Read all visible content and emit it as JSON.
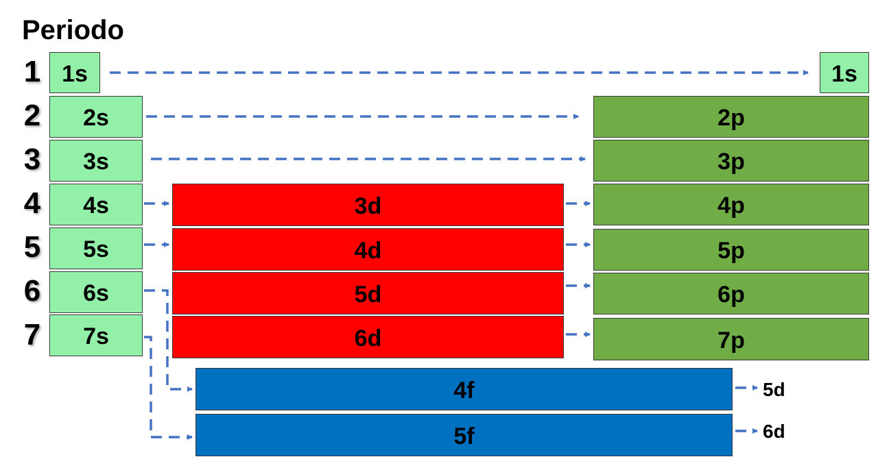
{
  "title": "Periodo",
  "periods": [
    "1",
    "2",
    "3",
    "4",
    "5",
    "6",
    "7"
  ],
  "s_blocks": [
    "1s",
    "2s",
    "3s",
    "4s",
    "5s",
    "6s",
    "7s"
  ],
  "p_blocks": [
    "1s",
    "2p",
    "3p",
    "4p",
    "5p",
    "6p",
    "7p"
  ],
  "d_blocks": [
    "3d",
    "4d",
    "5d",
    "6d"
  ],
  "f_blocks": [
    "4f",
    "5f"
  ],
  "f_next": [
    "5d",
    "6d"
  ],
  "colors": {
    "s_block": "#93f0a8",
    "p_block": "#70ad47",
    "d_block": "#ff0000",
    "f_block": "#0070c0",
    "arrow": "#4472c4"
  }
}
